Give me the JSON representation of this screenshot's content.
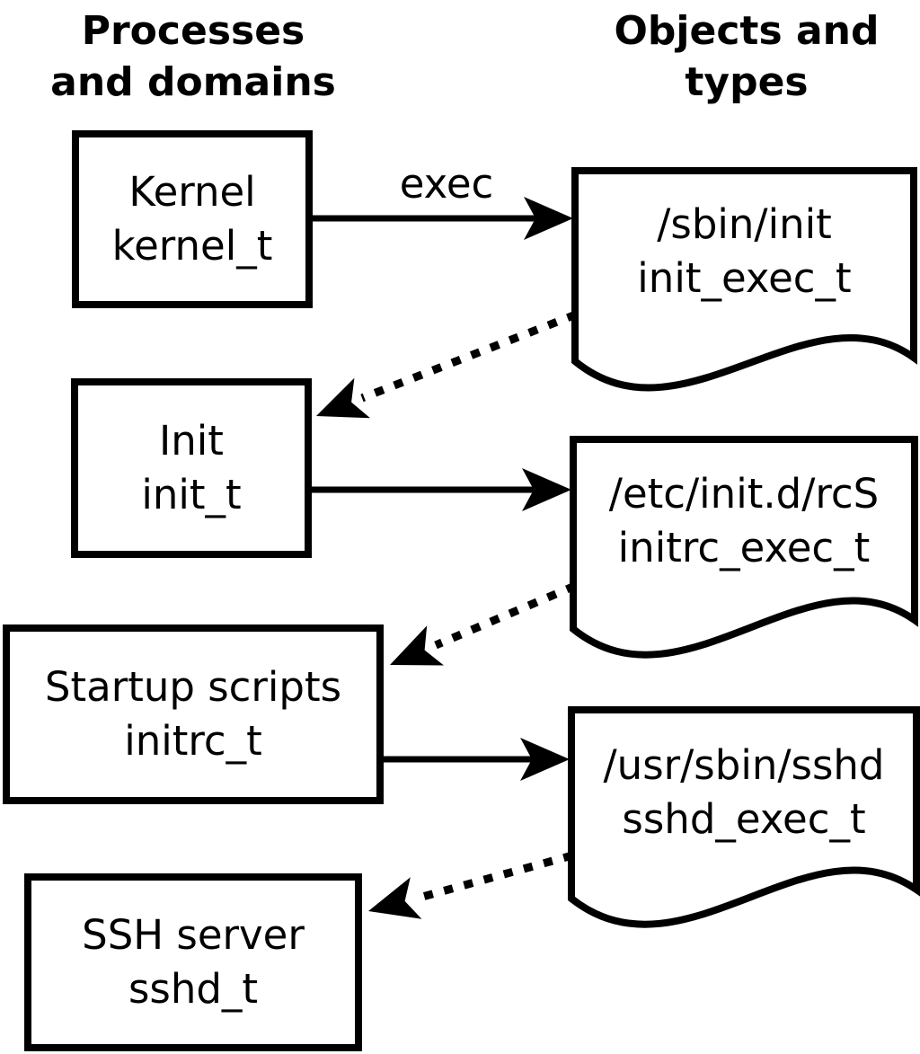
{
  "diagram": {
    "headers": {
      "left": [
        "Processes",
        "and domains"
      ],
      "right": [
        "Objects and",
        "types"
      ]
    },
    "process_nodes": [
      {
        "name": "Kernel",
        "type": "kernel_t"
      },
      {
        "name": "Init",
        "type": "init_t"
      },
      {
        "name": "Startup scripts",
        "type": "initrc_t"
      },
      {
        "name": "SSH server",
        "type": "sshd_t"
      }
    ],
    "object_nodes": [
      {
        "path": "/sbin/init",
        "type": "init_exec_t"
      },
      {
        "path": "/etc/init.d/rcS",
        "type": "initrc_exec_t"
      },
      {
        "path": "/usr/sbin/sshd",
        "type": "sshd_exec_t"
      }
    ],
    "edges": [
      {
        "from": "kernel_t",
        "to": "init_exec_t",
        "style": "solid",
        "label": "exec"
      },
      {
        "from": "init_exec_t",
        "to": "init_t",
        "style": "dotted",
        "label": ""
      },
      {
        "from": "init_t",
        "to": "initrc_exec_t",
        "style": "solid",
        "label": ""
      },
      {
        "from": "initrc_exec_t",
        "to": "initrc_t",
        "style": "dotted",
        "label": ""
      },
      {
        "from": "initrc_t",
        "to": "sshd_exec_t",
        "style": "solid",
        "label": ""
      },
      {
        "from": "sshd_exec_t",
        "to": "sshd_t",
        "style": "dotted",
        "label": ""
      }
    ],
    "colors": {
      "ink": "#000000",
      "paper": "#ffffff"
    }
  }
}
